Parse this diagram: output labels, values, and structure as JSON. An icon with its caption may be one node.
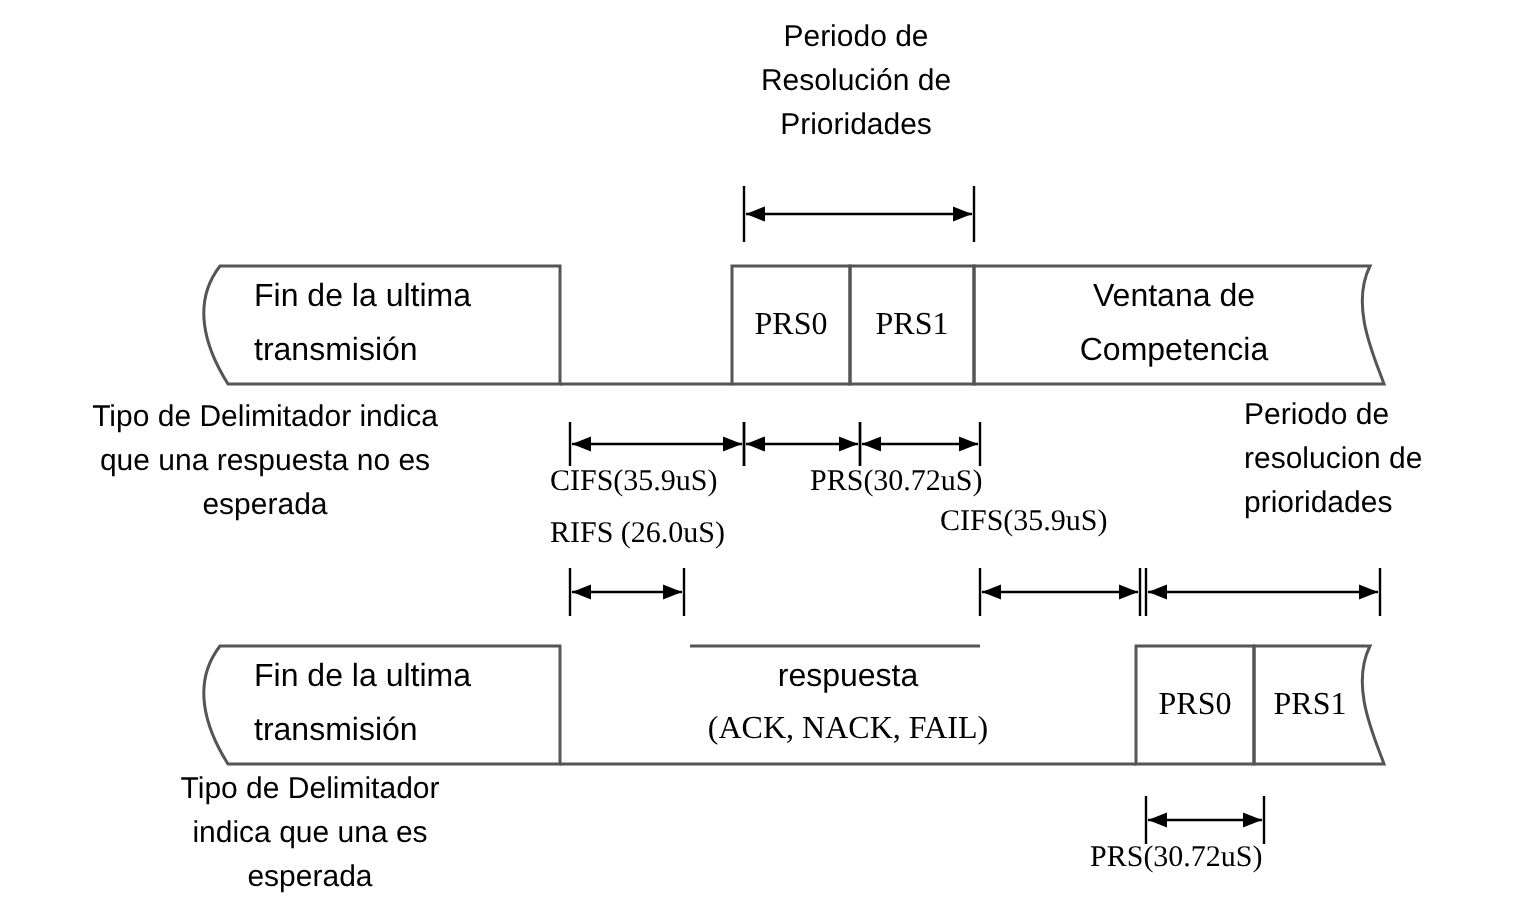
{
  "diagram": {
    "nodes": [
      {
        "text": [
          "Fin de la ultima transmisión"
        ]
      },
      {
        "text": [
          "PRS0"
        ]
      },
      {
        "text": [
          "PRS1"
        ]
      },
      {
        "text": [
          "Ventana de Competencia"
        ]
      },
      {
        "text": [
          "Fin de la ultima transmisión"
        ]
      },
      {
        "text": [
          "respuesta",
          "(ACK, NACK, FAIL)"
        ]
      },
      {
        "text": [
          "PRS0"
        ]
      },
      {
        "text": [
          "PRS1"
        ]
      }
    ],
    "edges": [],
    "labels": [
      "Periodo de Resolución de Prioridades",
      "Tipo de Delimitador indica que una respuesta no es esperada",
      "CIFS(35.9uS)",
      "PRS(30.72uS)",
      "Periodo de resolucion de prioridades",
      "RIFS (26.0uS)",
      "CIFS(35.9uS)",
      "Tipo de Delimitador indica que una es esperada",
      "PRS(30.72uS)"
    ]
  }
}
